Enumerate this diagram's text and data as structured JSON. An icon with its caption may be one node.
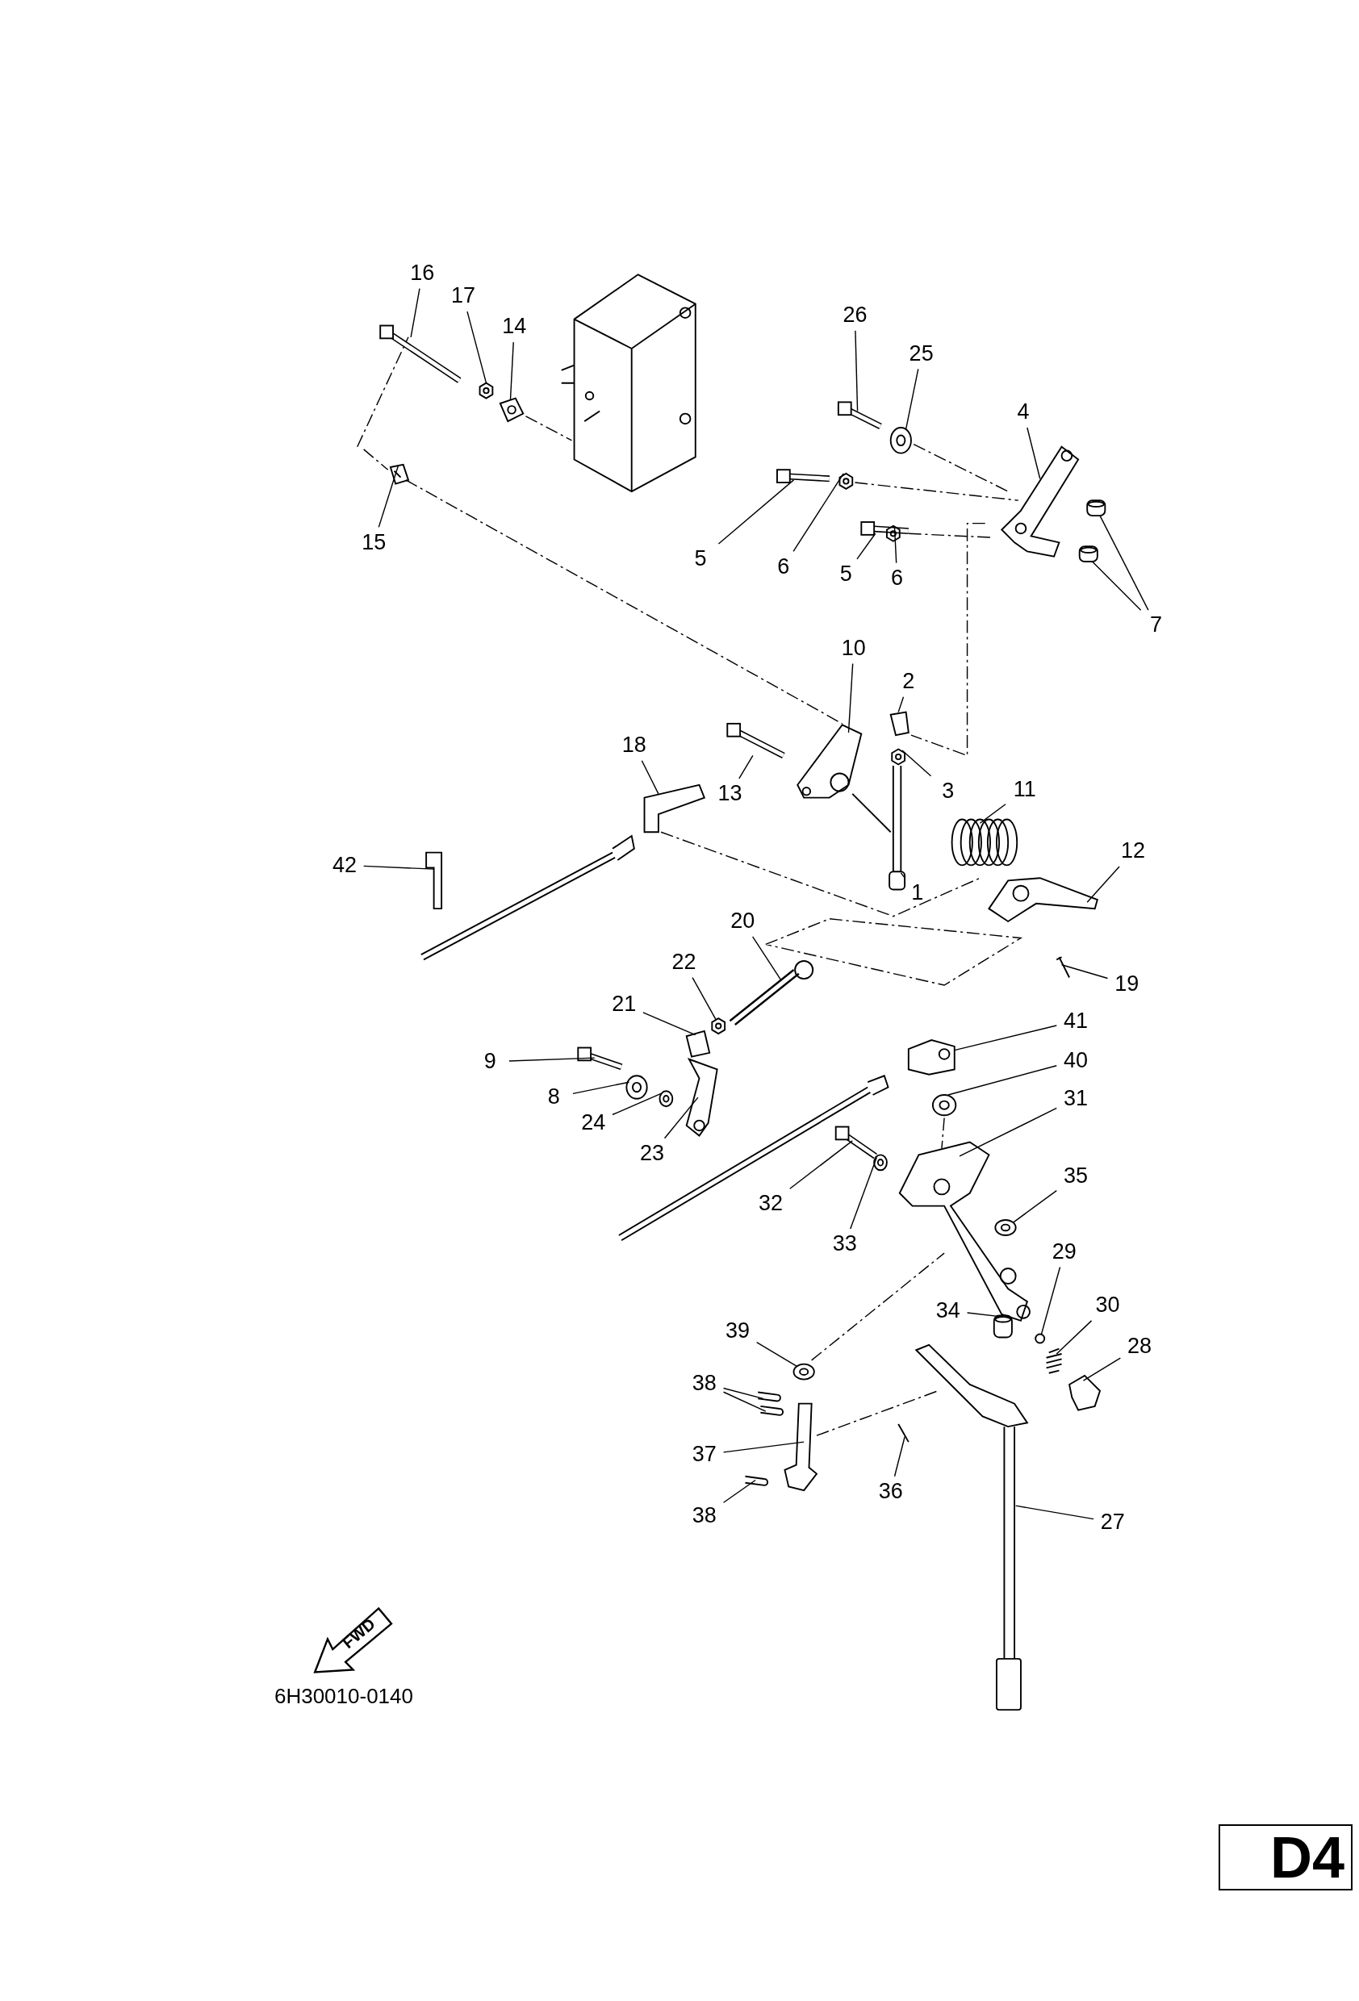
{
  "diagram": {
    "nodes": [
      {
        "text": [
          "16"
        ]
      },
      {
        "text": [
          "17"
        ]
      },
      {
        "text": [
          "14"
        ]
      },
      {
        "text": [
          "26"
        ]
      },
      {
        "text": [
          "25"
        ]
      },
      {
        "text": [
          "4"
        ]
      },
      {
        "text": [
          "15"
        ]
      },
      {
        "text": [
          "5"
        ]
      },
      {
        "text": [
          "6"
        ]
      },
      {
        "text": [
          "5"
        ]
      },
      {
        "text": [
          "6"
        ]
      },
      {
        "text": [
          "7"
        ]
      },
      {
        "text": [
          "10"
        ]
      },
      {
        "text": [
          "2"
        ]
      },
      {
        "text": [
          "18"
        ]
      },
      {
        "text": [
          "13"
        ]
      },
      {
        "text": [
          "3"
        ]
      },
      {
        "text": [
          "11"
        ]
      },
      {
        "text": [
          "12"
        ]
      },
      {
        "text": [
          "42"
        ]
      },
      {
        "text": [
          "1"
        ]
      },
      {
        "text": [
          "20"
        ]
      },
      {
        "text": [
          "19"
        ]
      },
      {
        "text": [
          "22"
        ]
      },
      {
        "text": [
          "21"
        ]
      },
      {
        "text": [
          "41"
        ]
      },
      {
        "text": [
          "9"
        ]
      },
      {
        "text": [
          "40"
        ]
      },
      {
        "text": [
          "8"
        ]
      },
      {
        "text": [
          "31"
        ]
      },
      {
        "text": [
          "24"
        ]
      },
      {
        "text": [
          "23"
        ]
      },
      {
        "text": [
          "35"
        ]
      },
      {
        "text": [
          "32"
        ]
      },
      {
        "text": [
          "33"
        ]
      },
      {
        "text": [
          "29"
        ]
      },
      {
        "text": [
          "30"
        ]
      },
      {
        "text": [
          "34"
        ]
      },
      {
        "text": [
          "28"
        ]
      },
      {
        "text": [
          "39"
        ]
      },
      {
        "text": [
          "38"
        ]
      },
      {
        "text": [
          "37"
        ]
      },
      {
        "text": [
          "38"
        ]
      },
      {
        "text": [
          "36"
        ]
      },
      {
        "text": [
          "27"
        ]
      },
      {
        "text": [],
        "shape": "picture"
      },
      {
        "text": [],
        "shape": "picture"
      },
      {
        "text": [],
        "shape": "picture"
      },
      {
        "text": [],
        "shape": "picture"
      },
      {
        "text": [],
        "shape": "picture"
      },
      {
        "text": [],
        "shape": "picture"
      },
      {
        "text": [],
        "shape": "picture"
      },
      {
        "text": [],
        "shape": "picture"
      },
      {
        "text": [],
        "shape": "picture"
      },
      {
        "text": [],
        "shape": "picture"
      },
      {
        "text": [],
        "shape": "picture"
      },
      {
        "text": [],
        "shape": "picture"
      },
      {
        "text": [],
        "shape": "picture"
      },
      {
        "text": [],
        "shape": "picture"
      },
      {
        "text": [],
        "shape": "picture"
      },
      {
        "text": [],
        "shape": "picture"
      },
      {
        "text": [],
        "shape": "picture"
      },
      {
        "text": [],
        "shape": "picture"
      },
      {
        "text": [],
        "shape": "picture"
      },
      {
        "text": [],
        "shape": "picture"
      },
      {
        "text": [],
        "shape": "picture"
      },
      {
        "text": [],
        "shape": "picture"
      },
      {
        "text": [],
        "shape": "picture"
      },
      {
        "text": [],
        "shape": "picture"
      },
      {
        "text": [],
        "shape": "picture"
      },
      {
        "text": [],
        "shape": "picture"
      },
      {
        "text": [],
        "shape": "picture"
      },
      {
        "text": [],
        "shape": "picture"
      },
      {
        "text": [],
        "shape": "picture"
      },
      {
        "text": [],
        "shape": "picture"
      },
      {
        "text": [],
        "shape": "picture"
      },
      {
        "text": [],
        "shape": "picture"
      },
      {
        "text": [],
        "shape": "picture"
      },
      {
        "text": [],
        "shape": "picture"
      },
      {
        "text": [],
        "shape": "picture"
      },
      {
        "text": [],
        "shape": "picture"
      },
      {
        "text": [],
        "shape": "circle"
      },
      {
        "text": [],
        "shape": "picture"
      },
      {
        "text": [],
        "shape": "picture"
      },
      {
        "text": [],
        "shape": "picture"
      },
      {
        "text": [],
        "shape": "picture"
      },
      {
        "text": [],
        "shape": "picture"
      },
      {
        "text": [],
        "shape": "picture"
      },
      {
        "text": [],
        "shape": "picture"
      },
      {
        "text": [],
        "shape": "picture"
      },
      {
        "text": [],
        "shape": "picture"
      },
      {
        "text": [],
        "shape": "picture"
      }
    ],
    "edges": [
      {
        "from": 0,
        "to": 45,
        "arrow": "none"
      },
      {
        "from": 1,
        "to": 46,
        "arrow": "none"
      },
      {
        "from": 2,
        "to": 47,
        "arrow": "none"
      },
      {
        "from": 3,
        "to": 48,
        "arrow": "none"
      },
      {
        "from": 4,
        "to": 49,
        "arrow": "none"
      },
      {
        "from": 5,
        "to": 50,
        "arrow": "none"
      },
      {
        "from": 6,
        "to": 51,
        "arrow": "none"
      },
      {
        "from": 7,
        "to": 52,
        "arrow": "none"
      },
      {
        "from": 8,
        "to": 53,
        "arrow": "none"
      },
      {
        "from": 9,
        "to": 54,
        "arrow": "none"
      },
      {
        "from": 10,
        "to": 55,
        "arrow": "none"
      },
      {
        "from": 11,
        "to": 56,
        "arrow": "none"
      },
      {
        "from": 11,
        "to": 57,
        "arrow": "none"
      },
      {
        "from": 12,
        "to": 58,
        "arrow": "none"
      },
      {
        "from": 13,
        "to": 59,
        "arrow": "none"
      },
      {
        "from": 14,
        "to": 60,
        "arrow": "none"
      },
      {
        "from": 15,
        "to": 61,
        "arrow": "none"
      },
      {
        "from": 16,
        "to": 62,
        "arrow": "none"
      },
      {
        "from": 17,
        "to": 63,
        "arrow": "none"
      },
      {
        "from": 18,
        "to": 64,
        "arrow": "none"
      },
      {
        "from": 19,
        "to": 65,
        "arrow": "none"
      },
      {
        "from": 20,
        "to": 66,
        "arrow": "none"
      },
      {
        "from": 21,
        "to": 67,
        "arrow": "none"
      },
      {
        "from": 22,
        "to": 68,
        "arrow": "none"
      },
      {
        "from": 23,
        "to": 69,
        "arrow": "none"
      },
      {
        "from": 24,
        "to": 70,
        "arrow": "none"
      },
      {
        "from": 25,
        "to": 71,
        "arrow": "none"
      },
      {
        "from": 26,
        "to": 72,
        "arrow": "none"
      },
      {
        "from": 27,
        "to": 73,
        "arrow": "none"
      },
      {
        "from": 28,
        "to": 74,
        "arrow": "none"
      },
      {
        "from": 29,
        "to": 75,
        "arrow": "none"
      },
      {
        "from": 30,
        "to": 76,
        "arrow": "none"
      },
      {
        "from": 31,
        "to": 77,
        "arrow": "none"
      },
      {
        "from": 32,
        "to": 78,
        "arrow": "none"
      },
      {
        "from": 33,
        "to": 79,
        "arrow": "none"
      },
      {
        "from": 34,
        "to": 80,
        "arrow": "none"
      },
      {
        "from": 35,
        "to": 81,
        "arrow": "none"
      },
      {
        "from": 36,
        "to": 82,
        "arrow": "none"
      },
      {
        "from": 37,
        "to": 83,
        "arrow": "none"
      },
      {
        "from": 38,
        "to": 84,
        "arrow": "none"
      },
      {
        "from": 39,
        "to": 85,
        "arrow": "none"
      },
      {
        "from": 40,
        "to": 86,
        "arrow": "none"
      },
      {
        "from": 40,
        "to": 87,
        "arrow": "none"
      },
      {
        "from": 41,
        "to": 88,
        "arrow": "none"
      },
      {
        "from": 42,
        "to": 89,
        "arrow": "none"
      },
      {
        "from": 43,
        "to": 90,
        "arrow": "none"
      },
      {
        "from": 44,
        "to": 91,
        "arrow": "none"
      }
    ],
    "labels": [
      "FWD",
      "6H30010-0140",
      "D4"
    ]
  }
}
